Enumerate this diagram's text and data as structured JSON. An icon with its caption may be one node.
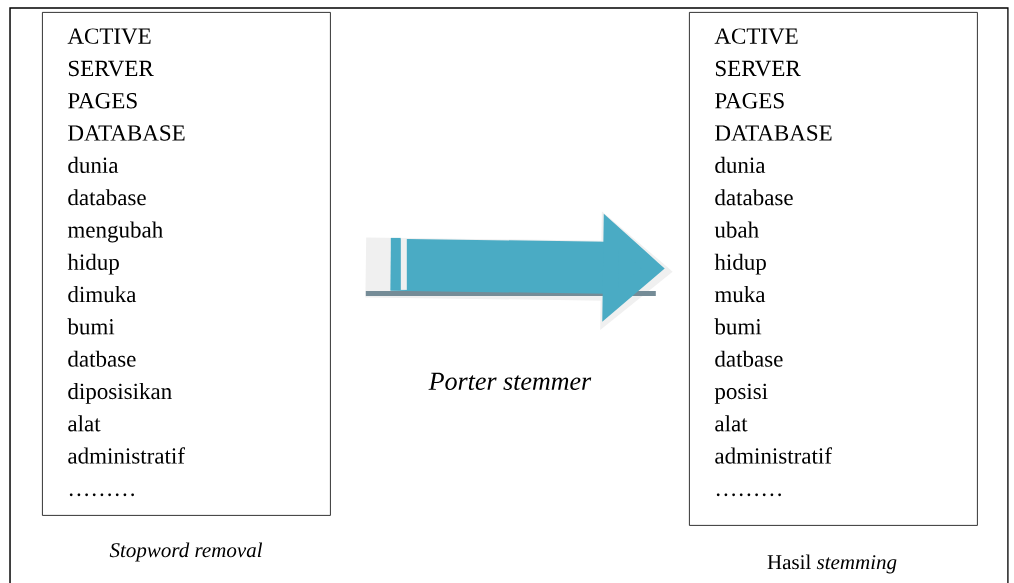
{
  "diagram": {
    "nodes": [
      {
        "text": [
          "ACTIVE",
          "SERVER",
          "PAGES",
          "DATABASE",
          "dunia",
          "database",
          "mengubah",
          "hidup",
          "dimuka",
          "bumi",
          "datbase",
          "diposisikan",
          "alat",
          "administratif",
          "………"
        ],
        "beside": [
          "Stopword removal"
        ]
      },
      {
        "text": [
          "ACTIVE",
          "SERVER",
          "PAGES",
          "DATABASE",
          "dunia",
          "database",
          "ubah",
          "hidup",
          "muka",
          "bumi",
          "datbase",
          "posisi",
          "alat",
          "administratif",
          "………"
        ],
        "beside": [
          "Hasil *stemming*"
        ]
      }
    ],
    "edges": [
      {
        "from": 0,
        "to": 1,
        "arrow": "to",
        "label": "Porter stemmer",
        "color": "#4aabc4"
      }
    ]
  }
}
